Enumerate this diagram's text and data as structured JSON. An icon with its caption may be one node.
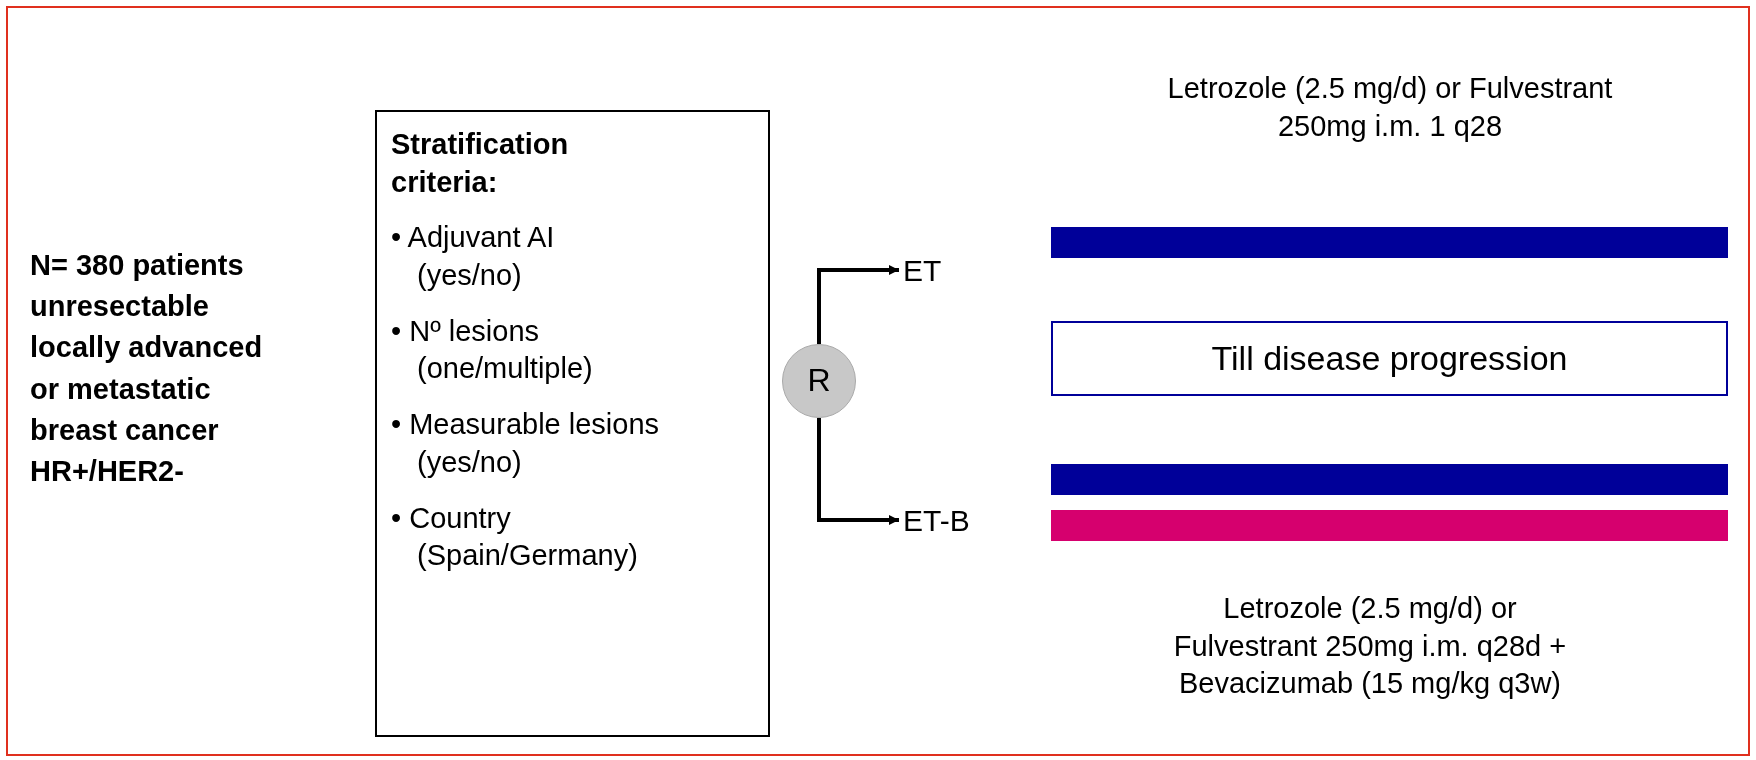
{
  "diagram": {
    "nodes": [
      {
        "text": [
          "Stratification criteria:",
          "• Adjuvant AI (yes/no)",
          "• Nº lesions (one/multiple)",
          "• Measurable lesions (yes/no)",
          "• Country (Spain/Germany)"
        ]
      },
      {
        "text": [
          "R"
        ]
      },
      {
        "text": [
          "ET"
        ]
      },
      {
        "text": [],
        "shape": "bar"
      },
      {
        "text": [
          "Till disease progression"
        ]
      },
      {
        "text": [
          "ET-B"
        ]
      },
      {
        "text": [],
        "shape": "bar"
      },
      {
        "text": [],
        "shape": "bar"
      }
    ],
    "edges": [
      {
        "from": 1,
        "to": 2,
        "arrow": "to"
      },
      {
        "from": 1,
        "to": 5,
        "arrow": "to"
      }
    ],
    "labels": [
      "N= 380 patients unresectable locally advanced or metastatic breast cancer HR+/HER2-",
      "Letrozole (2.5 mg/d) or Fulvestrant 250mg i.m. 1 q28",
      "Letrozole (2.5 mg/d) or Fulvestrant 250mg i.m. q28d + Bevacizumab (15 mg/kg q3w)"
    ]
  }
}
